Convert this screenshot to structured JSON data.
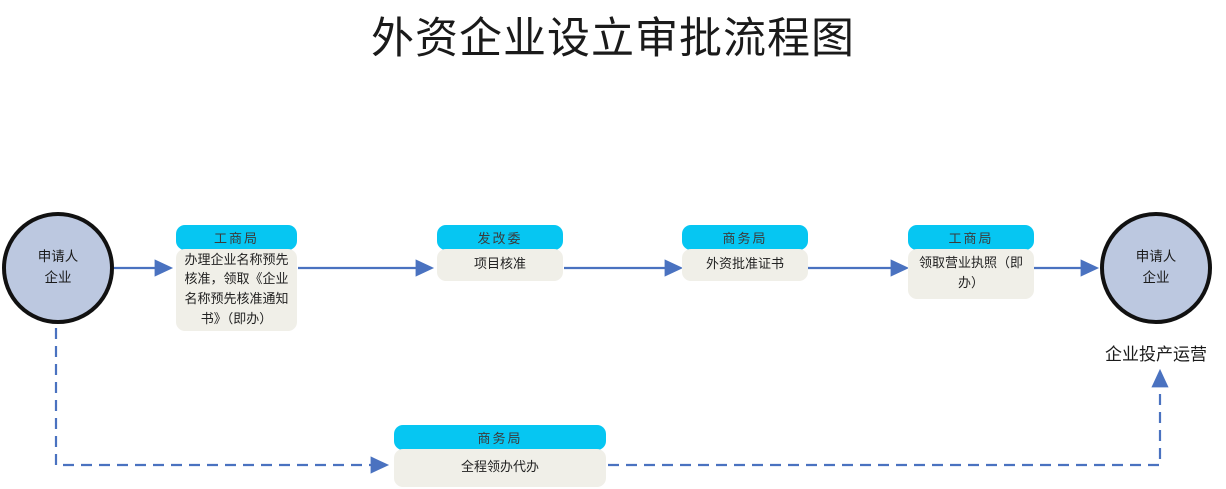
{
  "title": "外资企业设立审批流程图",
  "colors": {
    "header_fill": "#06c6f2",
    "body_fill": "#f0efe8",
    "circle_fill": "#bcc8e0",
    "circle_stroke": "#111111",
    "arrow_solid": "#4a72c0",
    "arrow_dashed": "#4a72c0",
    "page_background": "#ffffff",
    "title_color": "#1a1a1a"
  },
  "start_node": {
    "line1": "申请人",
    "line2": "企业"
  },
  "end_node": {
    "line1": "申请人",
    "line2": "企业"
  },
  "end_caption": "企业投产运营",
  "steps": [
    {
      "header": "工商局",
      "body": "办理企业名称预先核准，领取《企业名称预先核准通知书》（即办）"
    },
    {
      "header": "发改委",
      "body": "项目核准"
    },
    {
      "header": "商务局",
      "body": "外资批准证书"
    },
    {
      "header": "工商局",
      "body": "领取营业执照（即办）"
    }
  ],
  "support_node": {
    "header": "商务局",
    "body": "全程领办代办"
  }
}
